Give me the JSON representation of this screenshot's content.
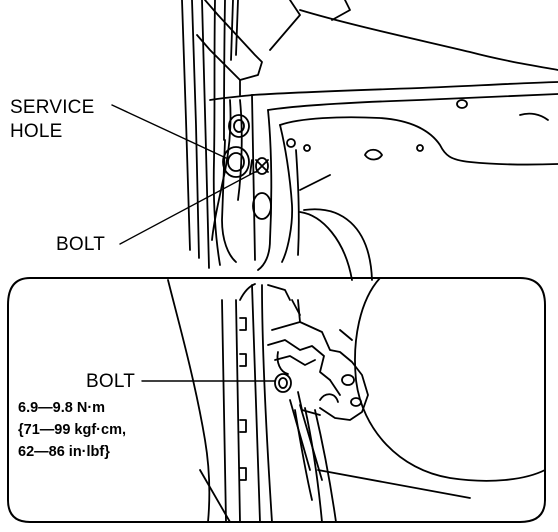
{
  "diagram": {
    "callouts": {
      "service_hole_line1": "SERVICE",
      "service_hole_line2": "HOLE",
      "bolt_upper": "BOLT",
      "bolt_detail": "BOLT"
    },
    "torque_spec": {
      "line1": "6.9—9.8 N·m",
      "line2": "{71—99 kgf·cm,",
      "line3": "62—86 in·lbf}"
    },
    "colors": {
      "line": "#000000",
      "background": "#ffffff"
    }
  }
}
